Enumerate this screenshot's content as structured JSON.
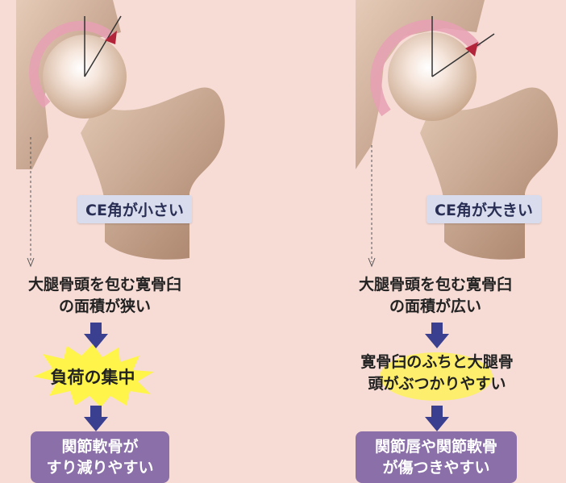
{
  "left": {
    "angle_label": "CE角が小さい",
    "desc_line1": "大腿骨頭を包む寛骨臼",
    "desc_line2": "の面積が狭い",
    "burst_text": "負荷の集中",
    "result_line1": "関節軟骨が",
    "result_line2": "すり減りやすい"
  },
  "right": {
    "angle_label": "CE角が大きい",
    "desc_line1": "大腿骨頭を包む寛骨臼",
    "desc_line2": "の面積が広い",
    "mid_line1": "寛骨臼のふちと大腿骨",
    "mid_line2": "頭がぶつかりやすい",
    "result_line1": "関節唇や関節軟骨",
    "result_line2": "が傷つきやすい"
  },
  "colors": {
    "background": "#f7dcd6",
    "bone": "#c9a489",
    "label_box": "#d9dced",
    "arrow": "#3b3f8f",
    "result_box": "#8a6fa8",
    "burst": "#fff54a",
    "cartilage": "#e8a0b4"
  }
}
